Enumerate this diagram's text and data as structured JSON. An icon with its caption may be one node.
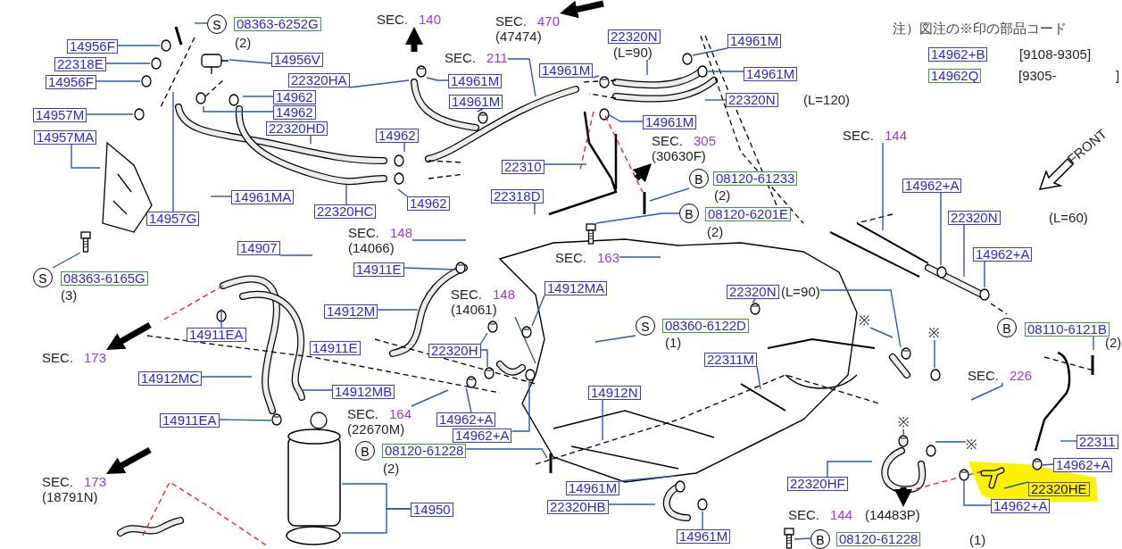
{
  "diagram": {
    "nodes": [
      {
        "text": [
          "S"
        ]
      },
      {
        "text": [
          "08363-6252G"
        ]
      },
      {
        "text": [
          "14956F"
        ]
      },
      {
        "text": [
          "22318E"
        ]
      },
      {
        "text": [
          "14956F"
        ]
      },
      {
        "text": [
          "14957M"
        ]
      },
      {
        "text": [
          "14957MA"
        ]
      },
      {
        "text": [
          "14956V"
        ]
      },
      {
        "text": [
          "22320HA"
        ]
      },
      {
        "text": [
          "14962"
        ]
      },
      {
        "text": [
          "14962"
        ]
      },
      {
        "text": [
          "22320HD"
        ]
      },
      {
        "text": [
          "14961MA"
        ]
      },
      {
        "text": [
          "14957G"
        ]
      },
      {
        "text": [
          "22320HC"
        ]
      },
      {
        "text": [
          "S"
        ]
      },
      {
        "text": [
          "08363-6165G"
        ]
      },
      {
        "text": [
          "SEC.",
          "140"
        ]
      },
      {
        "text": [
          "14961M"
        ]
      },
      {
        "text": [
          "14961M"
        ]
      },
      {
        "text": [
          "SEC.",
          "470",
          "(47474)"
        ]
      },
      {
        "text": [
          "SEC.",
          "211"
        ]
      },
      {
        "text": [
          "22320N"
        ]
      },
      {
        "text": [
          "(L=90)"
        ]
      },
      {
        "text": [
          "14961M"
        ]
      },
      {
        "text": [
          "14961M"
        ]
      },
      {
        "text": [
          "14961M"
        ]
      },
      {
        "text": [
          "14961M"
        ]
      },
      {
        "text": [
          "22320N"
        ]
      },
      {
        "text": [
          "14962"
        ]
      },
      {
        "text": [
          "14962"
        ]
      },
      {
        "text": [
          "22310"
        ]
      },
      {
        "text": [
          "SEC.",
          "305",
          "(30630F)"
        ]
      },
      {
        "text": [
          "B"
        ]
      },
      {
        "text": [
          "08120-61233"
        ]
      },
      {
        "text": [
          "22318D"
        ]
      },
      {
        "text": [
          "B"
        ]
      },
      {
        "text": [
          "08120-6201E"
        ]
      },
      {
        "text": [
          "SEC.",
          "148",
          "(14066)"
        ]
      },
      {
        "text": [
          "SEC.",
          "163"
        ]
      },
      {
        "text": [
          "14907"
        ]
      },
      {
        "text": [
          "14911E"
        ]
      },
      {
        "text": [
          "14962+B"
        ]
      },
      {
        "text": [
          "14962Q"
        ]
      },
      {
        "text": [
          "SEC.",
          "144"
        ]
      },
      {
        "text": [
          "14962+A"
        ]
      },
      {
        "text": [
          "22320N"
        ]
      },
      {
        "text": [
          "14962+A"
        ]
      },
      {
        "text": [
          "14911EA"
        ]
      },
      {
        "text": [
          "14912M"
        ]
      },
      {
        "text": [
          "14911E"
        ]
      },
      {
        "text": [
          "SEC.",
          "173"
        ]
      },
      {
        "text": [
          "14912MC"
        ]
      },
      {
        "text": [
          "14912MB"
        ]
      },
      {
        "text": [
          "14911EA"
        ]
      },
      {
        "text": [
          "SEC.",
          "173",
          "(18791N)"
        ]
      },
      {
        "text": [
          "SEC.",
          "148",
          "(14061)"
        ]
      },
      {
        "text": [
          "14912MA"
        ]
      },
      {
        "text": [
          "22320H"
        ]
      },
      {
        "text": [
          "22320N"
        ]
      },
      {
        "text": [
          "(L=90)"
        ]
      },
      {
        "text": [
          "S"
        ]
      },
      {
        "text": [
          "08360-6122D"
        ]
      },
      {
        "text": [
          "22311M"
        ]
      },
      {
        "text": [
          "14912N"
        ]
      },
      {
        "text": [
          "SEC.",
          "164",
          "(22670M)"
        ]
      },
      {
        "text": [
          "14962+A"
        ]
      },
      {
        "text": [
          "14962+A"
        ]
      },
      {
        "text": [
          "B"
        ]
      },
      {
        "text": [
          "08120-61228"
        ]
      },
      {
        "text": [
          "14950"
        ]
      },
      {
        "text": [
          "14961M"
        ]
      },
      {
        "text": [
          "22320HB"
        ]
      },
      {
        "text": [
          "14961M"
        ]
      },
      {
        "text": [
          "22320HF"
        ]
      },
      {
        "text": [
          "SEC.",
          "144",
          "(14483P)"
        ]
      },
      {
        "text": [
          "B"
        ]
      },
      {
        "text": [
          "08120-61228"
        ]
      },
      {
        "text": [
          "※"
        ]
      },
      {
        "text": [
          "※"
        ]
      },
      {
        "text": [
          "※"
        ]
      },
      {
        "text": [
          "※"
        ]
      },
      {
        "text": [
          "SEC.",
          "226"
        ]
      },
      {
        "text": [
          "B"
        ]
      },
      {
        "text": [
          "08110-6121B"
        ]
      },
      {
        "text": [
          "22311"
        ]
      },
      {
        "text": [
          "14962+A"
        ]
      },
      {
        "text": [
          "22320HE"
        ]
      },
      {
        "text": [
          "14962+A"
        ]
      },
      {
        "text": [],
        "shape": "circle"
      },
      {
        "text": [],
        "shape": "circle"
      },
      {
        "text": [],
        "shape": "bolt"
      },
      {
        "text": [],
        "shape": "circle"
      },
      {
        "text": [],
        "shape": "circle"
      },
      {
        "text": [],
        "shape": "circle"
      },
      {
        "text": [],
        "shape": "circle"
      },
      {
        "text": [],
        "shape": "circle"
      },
      {
        "text": [],
        "shape": "circle"
      },
      {
        "text": [],
        "shape": "bolt"
      },
      {
        "text": [],
        "shape": "circle"
      },
      {
        "text": [],
        "shape": "picture"
      },
      {
        "text": [],
        "shape": "circle"
      },
      {
        "text": [],
        "shape": "circle"
      },
      {
        "text": [],
        "shape": "picture"
      },
      {
        "text": [],
        "shape": "cylinder"
      },
      {
        "text": [],
        "shape": "circle"
      },
      {
        "text": [],
        "shape": "bolt"
      },
      {
        "text": [],
        "shape": "circle"
      },
      {
        "text": [],
        "shape": "picture"
      },
      {
        "text": [],
        "shape": "picture"
      },
      {
        "text": [],
        "shape": "circle"
      },
      {
        "text": [],
        "shape": "circle"
      }
    ],
    "edges": [
      {
        "from": 0,
        "to": null,
        "arrow": "none"
      },
      {
        "from": 2,
        "to": null,
        "arrow": "none"
      },
      {
        "from": 3,
        "to": null,
        "arrow": "none"
      },
      {
        "from": 4,
        "to": null,
        "arrow": "none"
      },
      {
        "from": 5,
        "to": null,
        "arrow": "none"
      },
      {
        "from": 6,
        "to": 103,
        "arrow": "none"
      },
      {
        "from": 7,
        "to": 108,
        "arrow": "none"
      },
      {
        "from": 8,
        "to": 109,
        "arrow": "none"
      },
      {
        "from": 9,
        "to": null,
        "arrow": "none"
      },
      {
        "from": 10,
        "to": null,
        "arrow": "none"
      },
      {
        "from": 11,
        "to": null,
        "arrow": "none"
      },
      {
        "from": 12,
        "to": null,
        "arrow": "none"
      },
      {
        "from": 13,
        "to": null,
        "arrow": "none"
      },
      {
        "from": 14,
        "to": null,
        "arrow": "none"
      },
      {
        "from": 15,
        "to": 106,
        "arrow": "none"
      },
      {
        "from": 18,
        "to": 89,
        "arrow": "none"
      },
      {
        "from": 19,
        "to": 110,
        "arrow": "none"
      },
      {
        "from": 21,
        "to": null,
        "arrow": "none"
      },
      {
        "from": 23,
        "to": null,
        "arrow": "none"
      },
      {
        "from": 24,
        "to": 90,
        "arrow": "none"
      },
      {
        "from": 25,
        "to": null,
        "arrow": "none"
      },
      {
        "from": 26,
        "to": null,
        "arrow": "none"
      },
      {
        "from": 27,
        "to": null,
        "arrow": "none"
      },
      {
        "from": 28,
        "to": null,
        "arrow": "none"
      },
      {
        "from": 29,
        "to": null,
        "arrow": "none"
      },
      {
        "from": 30,
        "to": null,
        "arrow": "none"
      },
      {
        "from": 31,
        "to": null,
        "arrow": "none"
      },
      {
        "from": 33,
        "to": null,
        "arrow": "none"
      },
      {
        "from": 35,
        "to": null,
        "arrow": "none"
      },
      {
        "from": 36,
        "to": 91,
        "arrow": "none"
      },
      {
        "from": 38,
        "to": null,
        "arrow": "none"
      },
      {
        "from": 39,
        "to": null,
        "arrow": "none"
      },
      {
        "from": 40,
        "to": null,
        "arrow": "none"
      },
      {
        "from": 41,
        "to": 92,
        "arrow": "none"
      },
      {
        "from": 44,
        "to": null,
        "arrow": "none"
      },
      {
        "from": 45,
        "to": null,
        "arrow": "none"
      },
      {
        "from": 46,
        "to": null,
        "arrow": "none"
      },
      {
        "from": 47,
        "to": null,
        "arrow": "none"
      },
      {
        "from": 48,
        "to": null,
        "arrow": "none"
      },
      {
        "from": 49,
        "to": null,
        "arrow": "none"
      },
      {
        "from": 52,
        "to": null,
        "arrow": "none"
      },
      {
        "from": 53,
        "to": null,
        "arrow": "none"
      },
      {
        "from": 54,
        "to": 107,
        "arrow": "none"
      },
      {
        "from": 56,
        "to": null,
        "arrow": "none"
      },
      {
        "from": 58,
        "to": 93,
        "arrow": "none"
      },
      {
        "from": 57,
        "to": 94,
        "arrow": "none"
      },
      {
        "from": 58,
        "to": 111,
        "arrow": "none"
      },
      {
        "from": 59,
        "to": 95,
        "arrow": "none"
      },
      {
        "from": 60,
        "to": 96,
        "arrow": "none"
      },
      {
        "from": 61,
        "to": null,
        "arrow": "none"
      },
      {
        "from": 63,
        "to": null,
        "arrow": "none"
      },
      {
        "from": 64,
        "to": null,
        "arrow": "none"
      },
      {
        "from": 65,
        "to": null,
        "arrow": "none"
      },
      {
        "from": 66,
        "to": 97,
        "arrow": "none"
      },
      {
        "from": 67,
        "to": null,
        "arrow": "none"
      },
      {
        "from": 69,
        "to": null,
        "arrow": "none"
      },
      {
        "from": 70,
        "to": 104,
        "arrow": "none"
      },
      {
        "from": 70,
        "to": 105,
        "arrow": "none"
      },
      {
        "from": 71,
        "to": null,
        "arrow": "none"
      },
      {
        "from": 72,
        "to": null,
        "arrow": "none"
      },
      {
        "from": 73,
        "to": null,
        "arrow": "none"
      },
      {
        "from": 74,
        "to": null,
        "arrow": "none"
      },
      {
        "from": 76,
        "to": 98,
        "arrow": "none"
      },
      {
        "from": 78,
        "to": null,
        "arrow": "none"
      },
      {
        "from": 79,
        "to": null,
        "arrow": "none"
      },
      {
        "from": 80,
        "to": 102,
        "arrow": "none"
      },
      {
        "from": 81,
        "to": null,
        "arrow": "none"
      },
      {
        "from": 82,
        "to": null,
        "arrow": "none"
      },
      {
        "from": 84,
        "to": null,
        "arrow": "none"
      },
      {
        "from": 85,
        "to": null,
        "arrow": "none"
      },
      {
        "from": 86,
        "to": 99,
        "arrow": "none"
      },
      {
        "from": 87,
        "to": 100,
        "arrow": "none"
      },
      {
        "from": 88,
        "to": 101,
        "arrow": "none"
      },
      {
        "from": null,
        "to": 17,
        "arrow": "to",
        "style": "thick",
        "color": "#000000"
      },
      {
        "from": null,
        "to": 20,
        "arrow": "to",
        "style": "thick",
        "color": "#000000"
      },
      {
        "from": null,
        "to": 32,
        "arrow": "to",
        "style": "thick",
        "color": "#000000"
      },
      {
        "from": null,
        "to": 51,
        "arrow": "to",
        "style": "thick",
        "color": "#000000"
      },
      {
        "from": null,
        "to": 55,
        "arrow": "to",
        "style": "thick",
        "color": "#000000"
      },
      {
        "from": null,
        "to": 75,
        "arrow": "to",
        "style": "thick",
        "color": "#000000"
      }
    ],
    "labels": [
      "注）図注の※印の部品コード",
      "[9108-9305]",
      "[9305-",
      "]",
      "(2)",
      "(3)",
      "(2)",
      "(2)",
      "(L=120)",
      "(L=60)",
      "(2)",
      "(1)",
      "(2)",
      "(1)",
      "FRONT"
    ]
  }
}
